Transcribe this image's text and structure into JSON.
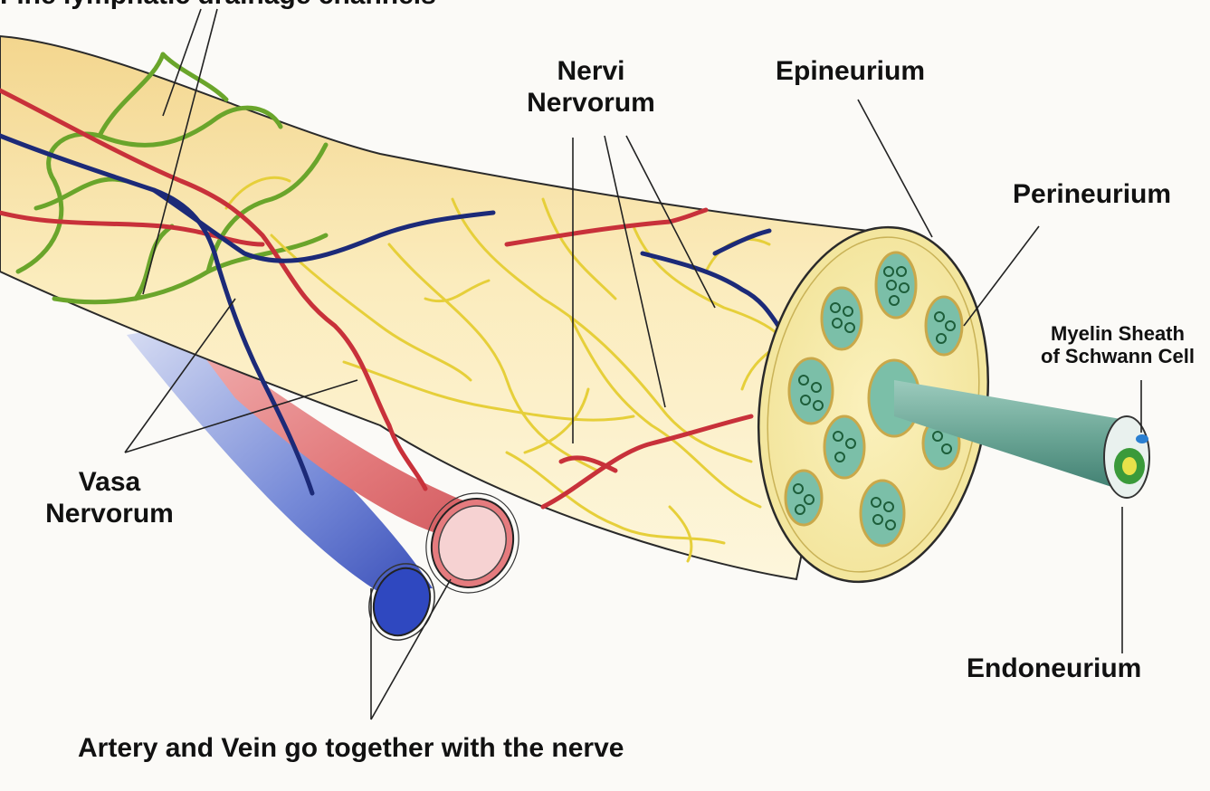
{
  "labels": {
    "top_cut": "Fine lymphatic drainage channels",
    "nervi_line1": "Nervi",
    "nervi_line2": "Nervorum",
    "epineurium": "Epineurium",
    "perineurium": "Perineurium",
    "myelin_line1": "Myelin Sheath",
    "myelin_line2": "of Schwann Cell",
    "vasa_line1": "Vasa",
    "vasa_line2": "Nervorum",
    "endoneurium": "Endoneurium",
    "artery_vein": "Artery and Vein go together with the nerve"
  },
  "colors": {
    "artery": "#c8313a",
    "vein": "#1c2a78",
    "lymph": "#6aa52b",
    "nerve_fibers": "#e6cf3a",
    "nerve_body": "#f6e2a6",
    "fascicle": "#7bbfa8",
    "axon_cone": "#6fa89a"
  }
}
